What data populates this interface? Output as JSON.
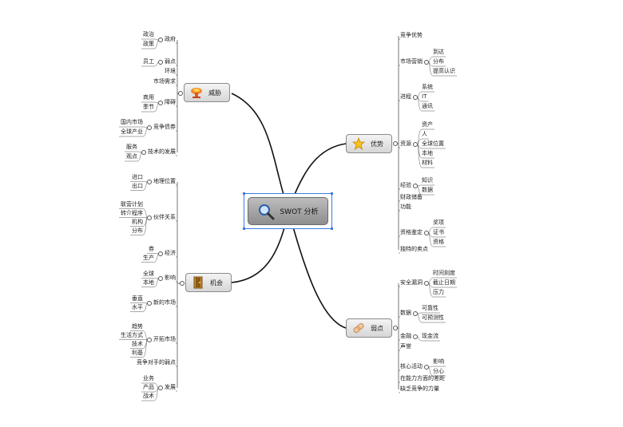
{
  "center": {
    "title": "SWOT 分析"
  },
  "branches": [
    {
      "key": "threats",
      "label": "威胁",
      "icon": "mushroom-cloud-icon"
    },
    {
      "key": "opportunities",
      "label": "机会",
      "icon": "door-icon"
    },
    {
      "key": "strengths",
      "label": "优势",
      "icon": "star-icon"
    },
    {
      "key": "weaknesses",
      "label": "弱点",
      "icon": "bandage-icon"
    }
  ],
  "threats": {
    "政府": [
      "政治",
      "政策"
    ],
    "弱点": [
      "员工"
    ],
    "环境": [],
    "市场需求": [],
    "障碍": [
      "商用",
      "季节"
    ],
    "竞争债券": [
      "国内市场",
      "全球产业"
    ],
    "技术的发展": [
      "服务",
      "观点"
    ]
  },
  "opportunities": {
    "地理位置": [
      "进口",
      "出口"
    ],
    "伙伴关系": [
      "联营计划",
      "转介程序",
      "机构",
      "分布"
    ],
    "经济": [
      "券",
      "生产"
    ],
    "影响": [
      "全球",
      "本地"
    ],
    "新的市场": [
      "垂直",
      "水平"
    ],
    "开拓市场": [
      "趋势",
      "生活方式",
      "技术",
      "利基"
    ],
    "竞争对手的弱点": [],
    "发展": [
      "业务",
      "产品",
      "战术"
    ]
  },
  "strengths": {
    "竞争优势": [],
    "市场营销": [
      "到达",
      "分布",
      "提高认识"
    ],
    "进程": [
      "系统",
      "IT",
      "通讯"
    ],
    "资源": [
      "资产",
      "人",
      "全球位置",
      "本地",
      "材料"
    ],
    "经验": [
      "知识",
      "数据"
    ],
    "财政储备": [],
    "功能": [],
    "资格鉴定": [
      "奖项",
      "证书",
      "资格"
    ],
    "独特的卖点": []
  },
  "weaknesses": {
    "安全漏洞": [
      "时间刻度",
      "截止日期",
      "压力"
    ],
    "数据": [
      "可靠性",
      "可预测性"
    ],
    "金融": [
      "现金流"
    ],
    "声誉": [],
    "核心活动": [
      "影响",
      "分心"
    ],
    "在能力方面的差距": [],
    "缺乏竞争的力量": []
  },
  "colors": {
    "line": "#111111",
    "thin": "#555555",
    "accent": "#3b7de0"
  }
}
